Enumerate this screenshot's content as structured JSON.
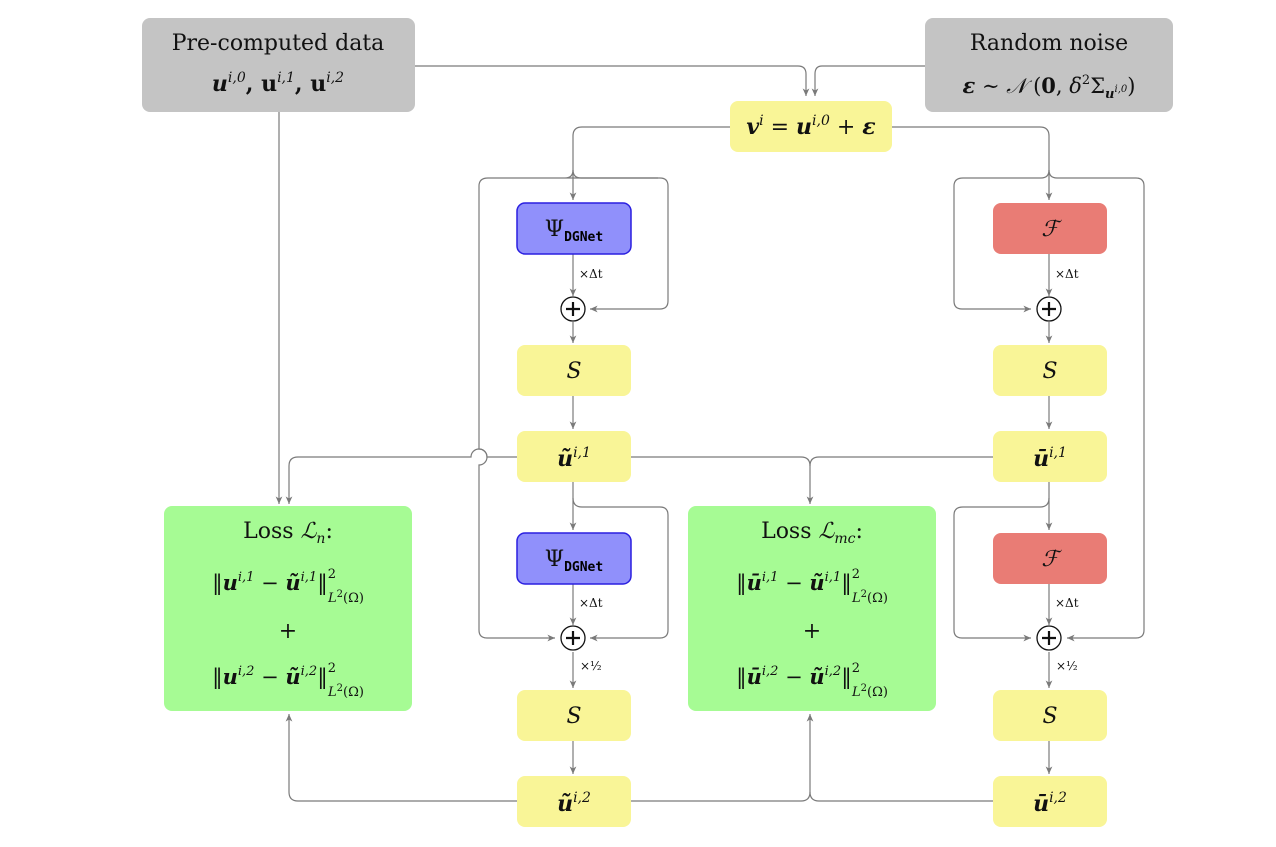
{
  "title": "Training pipeline for DGNet with noise-perturbed data and model-consistency loss",
  "colors": {
    "gray_box": "#c4c4c4",
    "yellow_box": "#f9f597",
    "blue_box": "#9090fb",
    "blue_border": "#2a1fe0",
    "red_box": "#e97c75",
    "green_box": "#a6fb94",
    "edge": "#7a7a7a"
  },
  "nodes": {
    "precomputed": {
      "title": "Pre-computed data",
      "formula": "u^{i,0}, u^{i,1}, u^{i,2}"
    },
    "noise": {
      "title": "Random noise",
      "formula": "ε ∼ 𝒩 (0, δ²Σ_{u^{i,0}})"
    },
    "perturbed": {
      "formula": "v^i = u^{i,0} + ε"
    },
    "dgnet_1": {
      "symbol": "Ψ",
      "subscript": "DGNet"
    },
    "dgnet_2": {
      "symbol": "Ψ",
      "subscript": "DGNet"
    },
    "f_1": {
      "symbol": "ℱ"
    },
    "f_2": {
      "symbol": "ℱ"
    },
    "s_left_1": {
      "symbol": "S"
    },
    "s_left_2": {
      "symbol": "S"
    },
    "s_right_1": {
      "symbol": "S"
    },
    "s_right_2": {
      "symbol": "S"
    },
    "u_tilde_1": {
      "base": "ũ",
      "sup": "i,1"
    },
    "u_tilde_2": {
      "base": "ũ",
      "sup": "i,2"
    },
    "u_bar_1": {
      "base": "ū",
      "sup": "i,1"
    },
    "u_bar_2": {
      "base": "ū",
      "sup": "i,2"
    },
    "loss_n": {
      "title": "Loss ℒ",
      "title_sub": "n",
      "term1": "‖u^{i,1} − ũ^{i,1}‖²_{L²(Ω)}",
      "plus": "+",
      "term2": "‖u^{i,2} − ũ^{i,2}‖²_{L²(Ω)}"
    },
    "loss_mc": {
      "title": "Loss ℒ",
      "title_sub": "mc",
      "term1": "‖ū^{i,1} − ũ^{i,1}‖²_{L²(Ω)}",
      "plus": "+",
      "term2": "‖ū^{i,2} − ũ^{i,2}‖²_{L²(Ω)}"
    }
  },
  "edge_labels": {
    "times_dt": "×Δt",
    "times_half": "×½",
    "sum_symbol": "+"
  }
}
